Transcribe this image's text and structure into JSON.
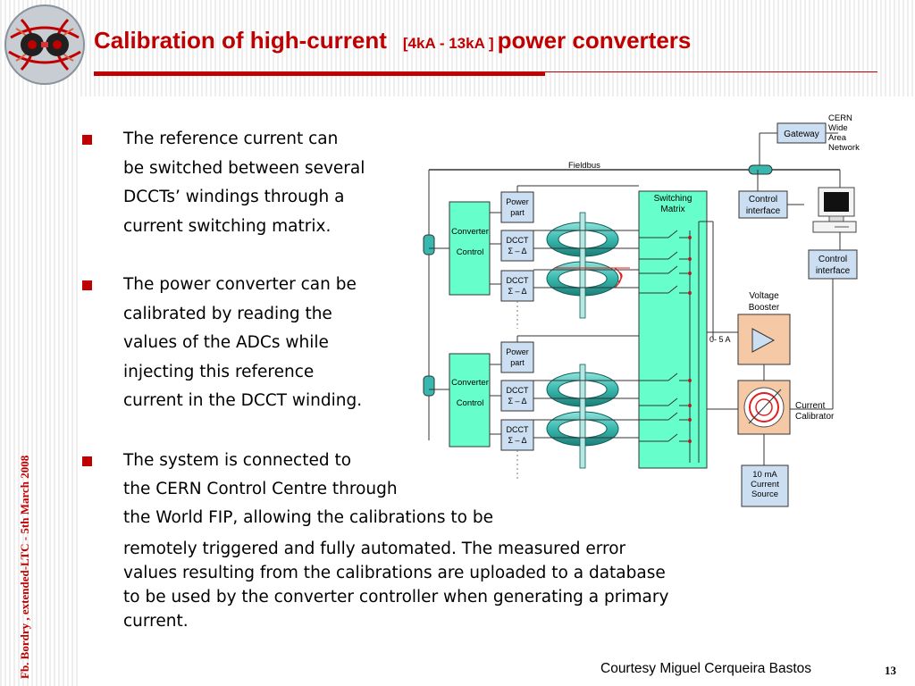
{
  "header": {
    "title_main": "Calibration of high-current",
    "title_range": "[4kA - 13kA ]",
    "title_end": "power converters"
  },
  "sidebar": {
    "vertical_caption": "Fb. Bordry , extended-LTC - 5th March 2008"
  },
  "bullets": [
    {
      "lines": [
        "The reference current can",
        "be switched between several",
        "DCCTs’ windings through a",
        "current switching matrix."
      ]
    },
    {
      "lines": [
        "The power converter can be",
        "calibrated by reading the",
        "values of the ADCs while",
        "injecting this reference",
        "current in the DCCT winding."
      ]
    },
    {
      "lines": [
        "The system is connected to",
        "the CERN Control Centre through",
        "the World FIP, allowing the calibrations to be"
      ],
      "tail_lines": [
        "remotely triggered and fully automated. The measured error",
        "values resulting from the calibrations are uploaded to a database",
        "to be used by the converter controller when generating a primary",
        "current."
      ]
    }
  ],
  "diagram": {
    "cern_network": [
      "CERN",
      "Wide",
      "Area",
      "Network"
    ],
    "gateway": "Gateway",
    "fieldbus": "Fieldbus",
    "control_interface_top": [
      "Control",
      "interface"
    ],
    "control_interface_right": [
      "Control",
      "interface"
    ],
    "switching_matrix": [
      "Switching",
      "Matrix"
    ],
    "converter_control": [
      "Converter",
      "Control"
    ],
    "power_part": [
      "Power",
      "part"
    ],
    "dcct": [
      "DCCT",
      "Σ – Δ"
    ],
    "voltage_booster": [
      "Voltage",
      "Booster"
    ],
    "range": "0- 5 A",
    "current_calibrator": [
      "Current",
      "Calibrator"
    ],
    "current_source": [
      "10 mA",
      "Current",
      "Source"
    ]
  },
  "footer": {
    "courtesy": "Courtesy Miguel Cerqueira Bastos",
    "page_number": "13"
  },
  "colors": {
    "title_red": "#c00000",
    "block_green": "#66ffcc",
    "block_blue": "#ccdff2",
    "block_peach": "#f5c9a6",
    "coil_teal": "#37b7ad"
  }
}
